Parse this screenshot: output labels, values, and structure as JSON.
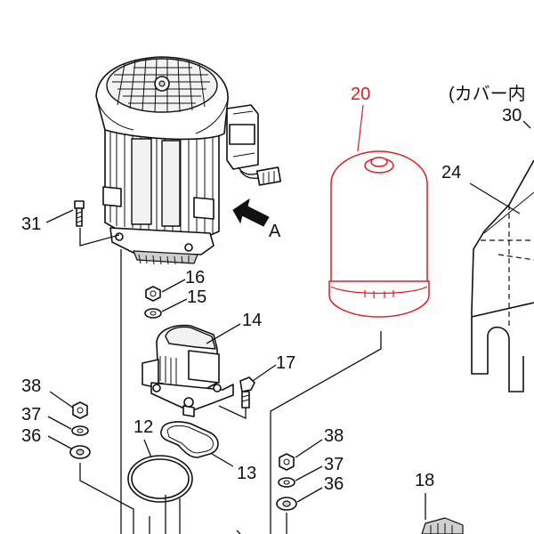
{
  "labels": {
    "p20": "20",
    "cover_note": "(カバー内",
    "p30": "30",
    "p24": "24",
    "p31": "31",
    "arrow_a": "A",
    "p16": "16",
    "p15": "15",
    "p14": "14",
    "p17": "17",
    "p38_left": "38",
    "p37_left": "37",
    "p36_left": "36",
    "p12": "12",
    "p13": "13",
    "p38_right": "38",
    "p37_right": "37",
    "p36_right": "36",
    "p18": "18"
  },
  "colors": {
    "highlight": "#e11b22",
    "line": "#111111"
  }
}
